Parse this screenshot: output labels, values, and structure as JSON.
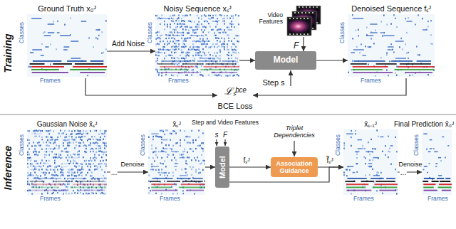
{
  "diagram": {
    "nodes": [
      {
        "text": [
          "Ground Truth x₀ᴶ",
          "Classes",
          "Frames"
        ]
      },
      {
        "text": [
          "Noisy Sequence xₛᴶ",
          "Classes",
          "Frames"
        ]
      },
      {
        "text": [
          "Model"
        ]
      },
      {
        "text": [
          "Denoised Sequence fₛᴶ",
          "Classes",
          "Frames"
        ]
      },
      {
        "text": [
          "Video Features",
          "F"
        ]
      },
      {
        "text": [
          "Gaussian Noise x̄ₛᴶ",
          "Classes",
          "Frames"
        ]
      },
      {
        "text": [
          "x̄ₛᴶ",
          "Classes",
          "Frames"
        ]
      },
      {
        "text": [
          "Model"
        ]
      },
      {
        "text": [
          "Association Guidance"
        ]
      },
      {
        "text": [
          "x̄ₛ₋₁ᴶ",
          "Classes",
          "Frames"
        ]
      },
      {
        "text": [
          "Final Prediction x̄₀ᴶ",
          "Classes",
          "Frames"
        ]
      }
    ],
    "edges": [
      {
        "from": 0,
        "to": 1,
        "arrow": "to",
        "label": "Add Noise"
      },
      {
        "from": 1,
        "to": 2,
        "arrow": "to"
      },
      {
        "from": 4,
        "to": 2,
        "arrow": "to"
      },
      {
        "from": 2,
        "to": 3,
        "arrow": "to"
      },
      {
        "from": 5,
        "to": 6,
        "arrow": "to",
        "label": "Denoise"
      },
      {
        "from": 6,
        "to": 7,
        "arrow": "to"
      },
      {
        "from": 7,
        "to": 8,
        "arrow": "to",
        "label": "fₛᴶ"
      },
      {
        "from": 7,
        "to": 9,
        "arrow": "to"
      },
      {
        "from": 8,
        "to": 9,
        "arrow": "to",
        "label": "f̃ₛᴶ"
      },
      {
        "from": 9,
        "to": 10,
        "arrow": "to",
        "label": "Denoise"
      }
    ],
    "labels": [
      "Training",
      "Step s",
      "ℒₛᵇᶜᵉ",
      "BCE Loss",
      "Inference",
      "...",
      "Step and Video Features",
      "s",
      "F",
      "Triplet Dependencies",
      "..."
    ]
  }
}
